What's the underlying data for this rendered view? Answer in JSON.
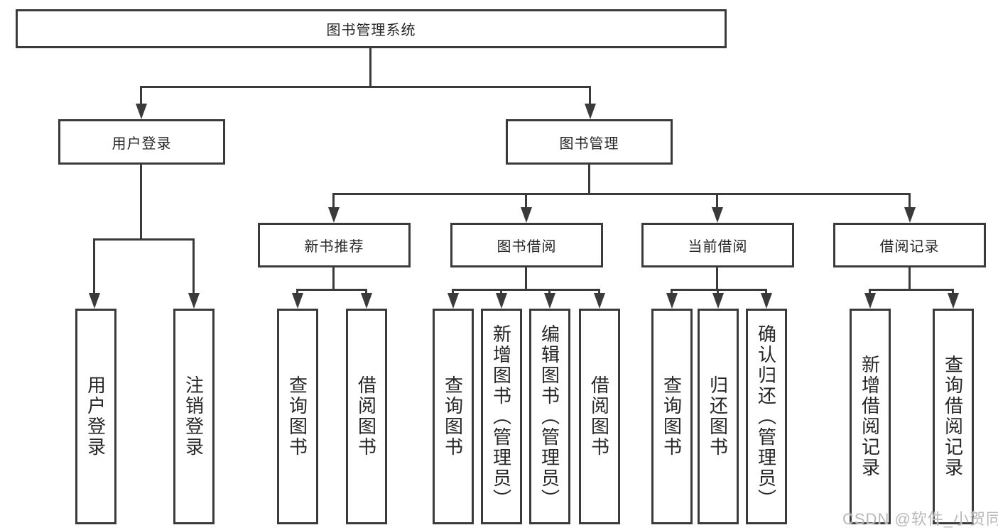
{
  "colors": {
    "line": "#3a3a3a",
    "text": "#262626",
    "watermark": "#b9b9b9",
    "bg": "#ffffff"
  },
  "watermark": "CSDN @软件_小贺同学",
  "tree": {
    "root": {
      "label": "图书管理系统",
      "children": [
        {
          "label": "用户登录",
          "children": [
            {
              "label": "用户登录"
            },
            {
              "label": "注销登录"
            }
          ]
        },
        {
          "label": "图书管理",
          "children": [
            {
              "label": "新书推荐",
              "children": [
                {
                  "label": "查询图书"
                },
                {
                  "label": "借阅图书"
                }
              ]
            },
            {
              "label": "图书借阅",
              "children": [
                {
                  "label": "查询图书"
                },
                {
                  "label": "新增图书（管理员）"
                },
                {
                  "label": "编辑图书（管理员）"
                },
                {
                  "label": "借阅图书"
                }
              ]
            },
            {
              "label": "当前借阅",
              "children": [
                {
                  "label": "查询图书"
                },
                {
                  "label": "归还图书"
                },
                {
                  "label": "确认归还（管理员）"
                }
              ]
            },
            {
              "label": "借阅记录",
              "children": [
                {
                  "label": "新增借阅记录"
                },
                {
                  "label": "查询借阅记录"
                }
              ]
            }
          ]
        }
      ]
    }
  }
}
